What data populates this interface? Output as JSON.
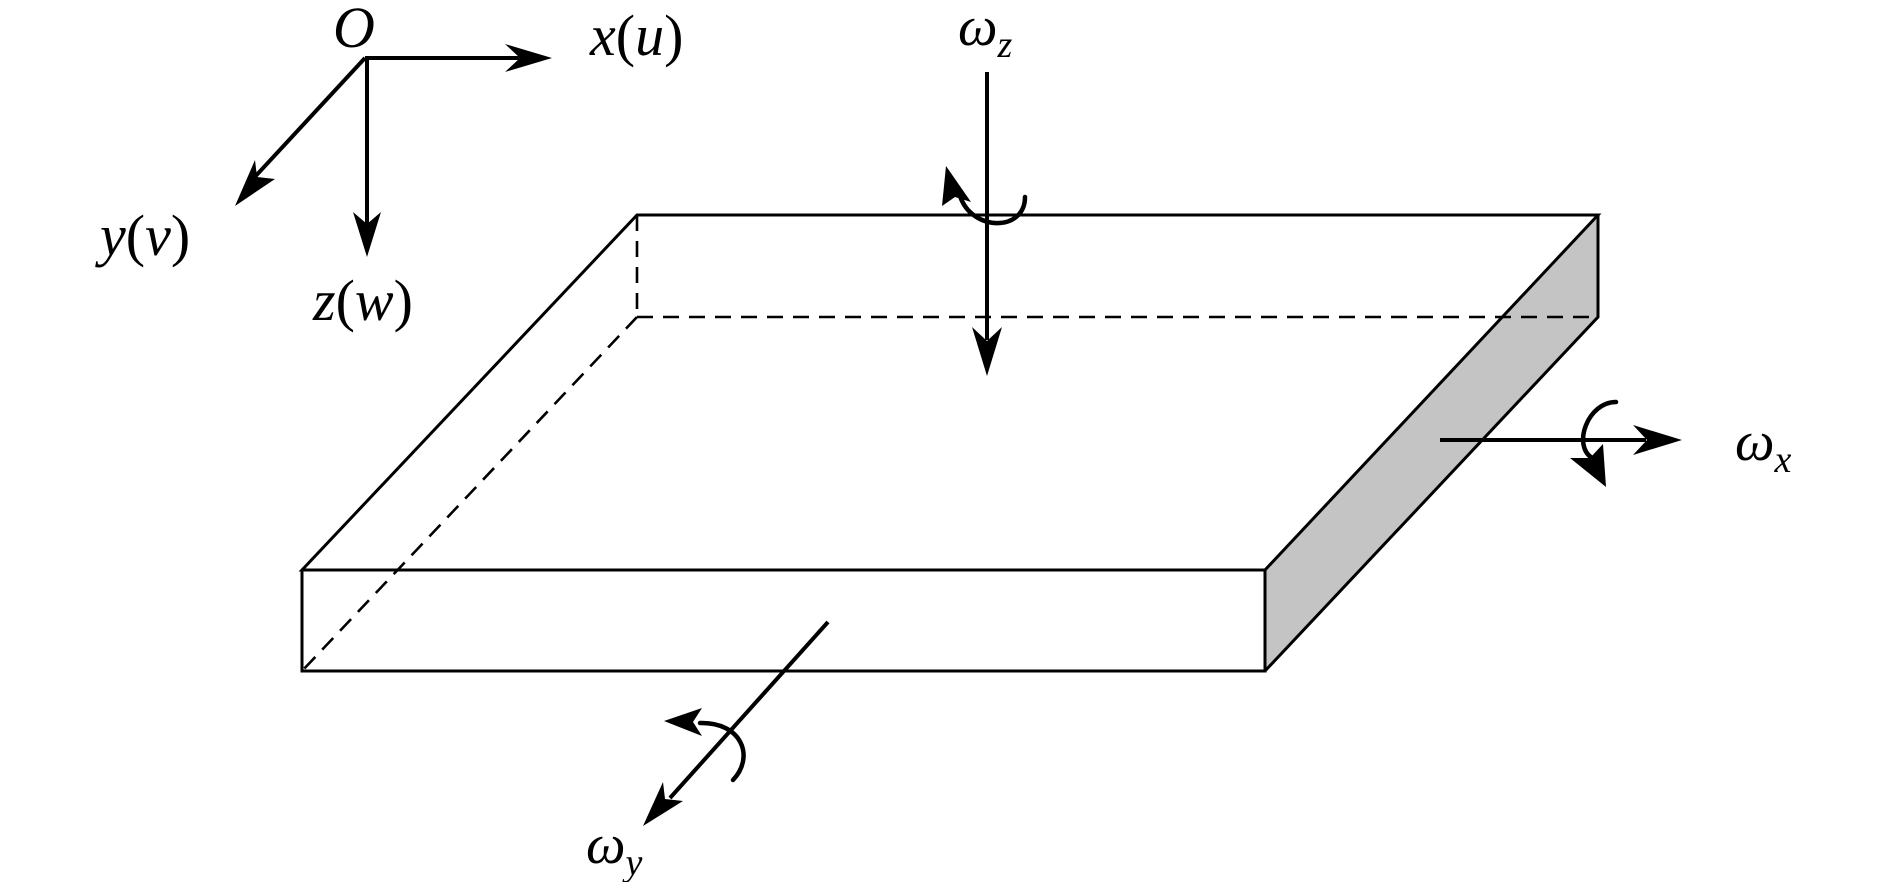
{
  "colors": {
    "background": "#ffffff",
    "line": "#000000",
    "shaded_face": "#c4c4c4"
  },
  "coordinate_system": {
    "origin_label": "O",
    "x_axis": {
      "variable": "x",
      "displacement": "u"
    },
    "y_axis": {
      "variable": "y",
      "displacement": "v"
    },
    "z_axis": {
      "variable": "z",
      "displacement": "w"
    }
  },
  "rotations": [
    {
      "symbol": "ω",
      "subscript": "z"
    },
    {
      "symbol": "ω",
      "subscript": "x"
    },
    {
      "symbol": "ω",
      "subscript": "y"
    }
  ]
}
